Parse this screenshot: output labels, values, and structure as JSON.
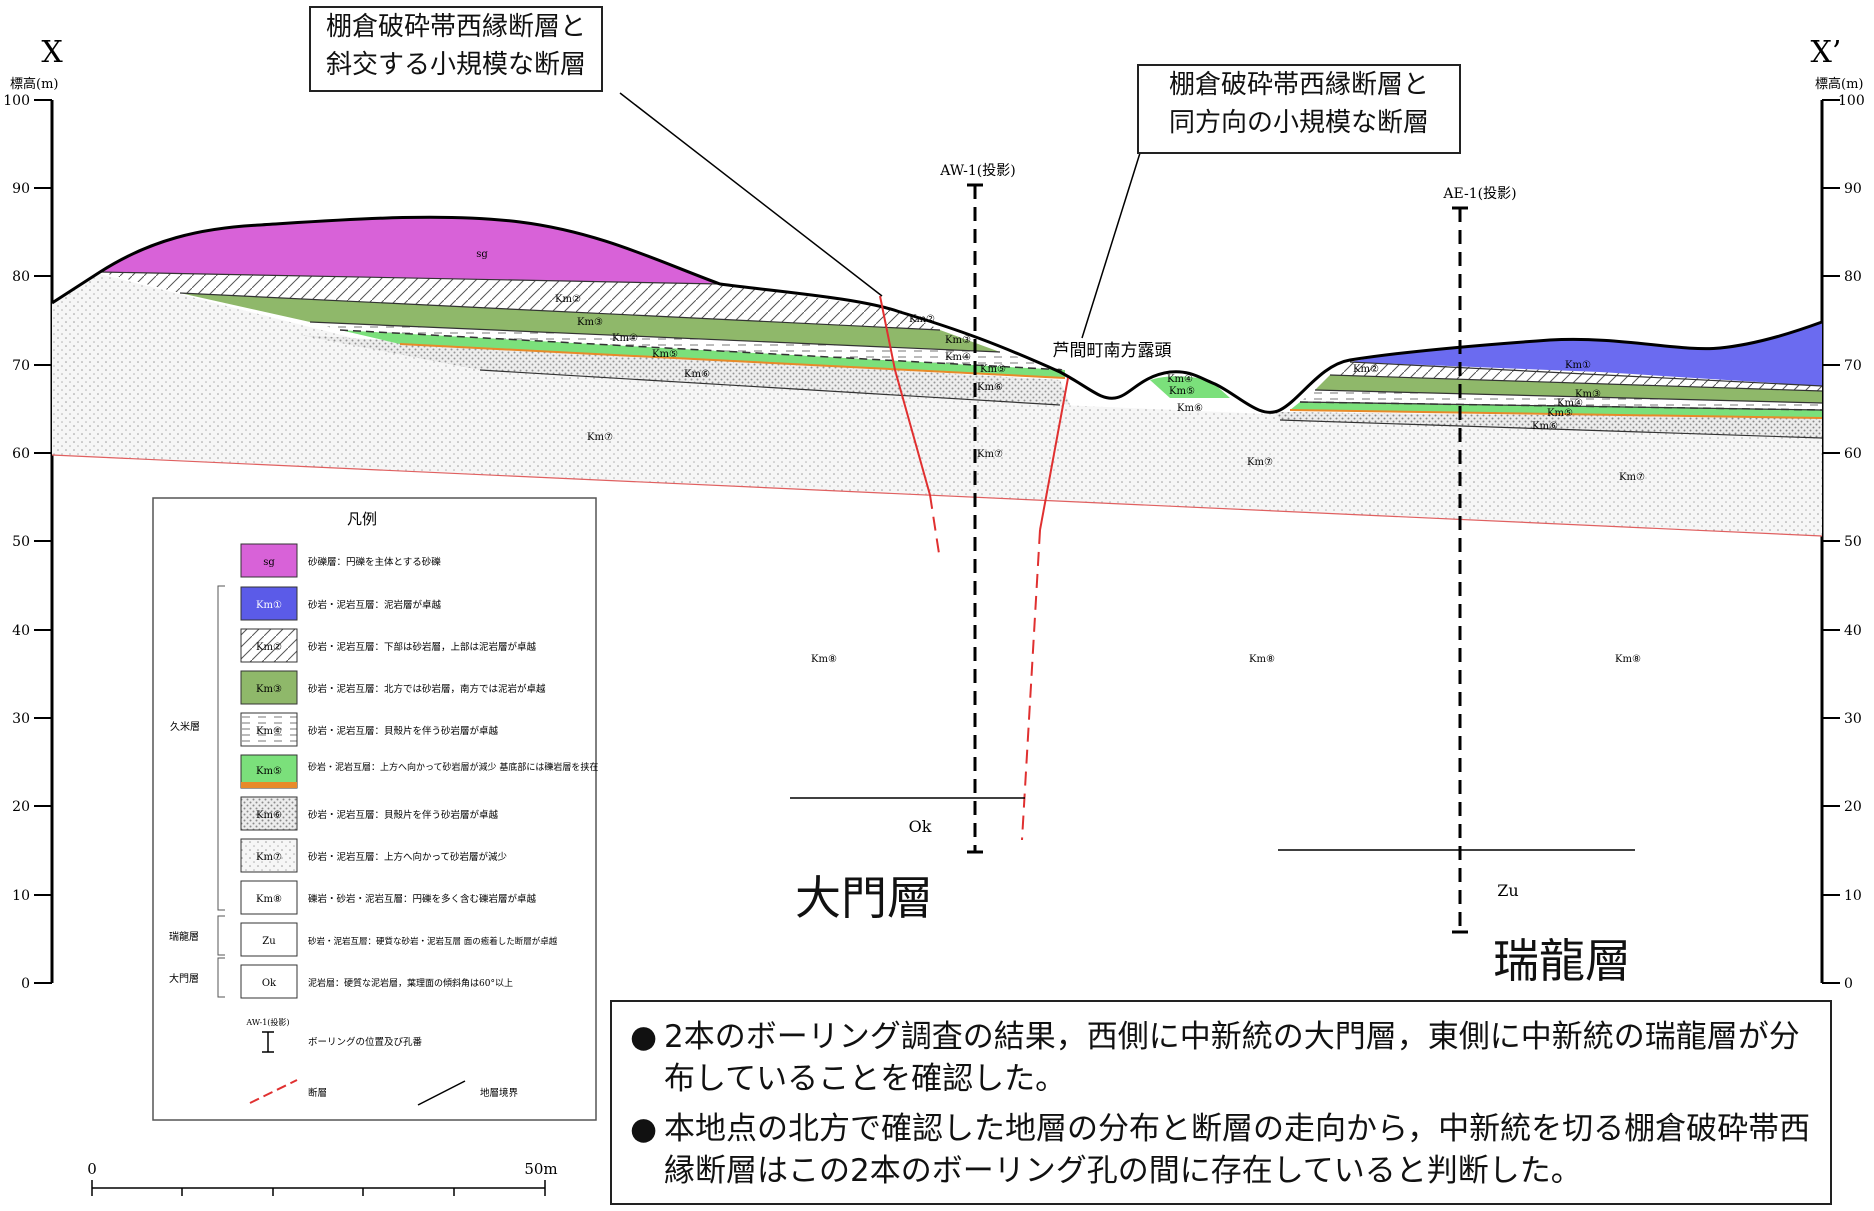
{
  "section": {
    "left_label": "X",
    "right_label": "X’",
    "elev_label": "標高(m)",
    "y_ticks": [
      "100",
      "90",
      "80",
      "70",
      "60",
      "50",
      "40",
      "30",
      "20",
      "10",
      "0"
    ]
  },
  "callouts": {
    "oblique": [
      "棚倉破砕帯西縁断層と",
      "斜交する小規模な断層"
    ],
    "parallel": [
      "棚倉破砕帯西縁断層と",
      "同方向の小規模な断層"
    ]
  },
  "outcrop_label": "芦間町南方露頭",
  "boreholes": {
    "aw1": "AW-1(投影)",
    "ae1": "AE-1(投影)"
  },
  "unit_labels": {
    "sg": "sg",
    "km1": "Km①",
    "km2": "Km②",
    "km3": "Km③",
    "km4": "Km④",
    "km5": "Km⑤",
    "km6": "Km⑥",
    "km7": "Km⑦",
    "km8": "Km⑧",
    "ok": "Ok",
    "zu": "Zu"
  },
  "formations": {
    "daimon": "大門層",
    "zuiryu": "瑞龍層"
  },
  "legend": {
    "title": "凡例",
    "group_kume": "久米層",
    "group_zuiryu": "瑞龍層",
    "group_daimon": "大門層",
    "items": [
      {
        "code": "sg",
        "desc": "砂礫層：円礫を主体とする砂礫",
        "color": "#d862d8"
      },
      {
        "code": "Km①",
        "desc": "砂岩・泥岩互層：泥岩層が卓越",
        "color": "#5b5be8"
      },
      {
        "code": "Km②",
        "desc": "砂岩・泥岩互層：下部は砂岩層，上部は泥岩層が卓越",
        "color": "#ffffff"
      },
      {
        "code": "Km③",
        "desc": "砂岩・泥岩互層：北方では砂岩層，南方では泥岩が卓越",
        "color": "#8fb86a"
      },
      {
        "code": "Km④",
        "desc": "砂岩・泥岩互層：貝殻片を伴う砂岩層が卓越",
        "color": "#ffffff"
      },
      {
        "code": "Km⑤",
        "desc": "砂岩・泥岩互層：上方へ向かって砂岩層が減少 基底部には礫岩層を挟在",
        "color": "#7be07b"
      },
      {
        "code": "Km⑥",
        "desc": "砂岩・泥岩互層：貝殻片を伴う砂岩層が卓越",
        "color": "#e8e8e8"
      },
      {
        "code": "Km⑦",
        "desc": "砂岩・泥岩互層：上方へ向かって砂岩層が減少",
        "color": "#f1f1f1"
      },
      {
        "code": "Km⑧",
        "desc": "礫岩・砂岩・泥岩互層：円礫を多く含む礫岩層が卓越",
        "color": "#ffffff"
      },
      {
        "code": "Zu",
        "desc": "砂岩・泥岩互層：硬質な砂岩・泥岩互層 面の癒着した断層が卓越",
        "color": "#ffffff"
      },
      {
        "code": "Ok",
        "desc": "泥岩層：硬質な泥岩層，葉理面の傾斜角は60°以上",
        "color": "#ffffff"
      }
    ],
    "borehole_sym_label": "AW-1(投影)",
    "borehole_desc": "ボーリングの位置及び孔番",
    "fault_desc": "断層",
    "boundary_desc": "地層境界"
  },
  "scale": {
    "zero": "0",
    "end": "50m"
  },
  "summary": [
    "2本のボーリング調査の結果，西側に中新統の大門層，東側に中新統の瑞龍層が分布していることを確認した。",
    "本地点の北方で確認した地層の分布と断層の走向から，中新統を切る棚倉破砕帯西縁断層はこの2本のボーリング孔の間に存在していると判断した。"
  ]
}
